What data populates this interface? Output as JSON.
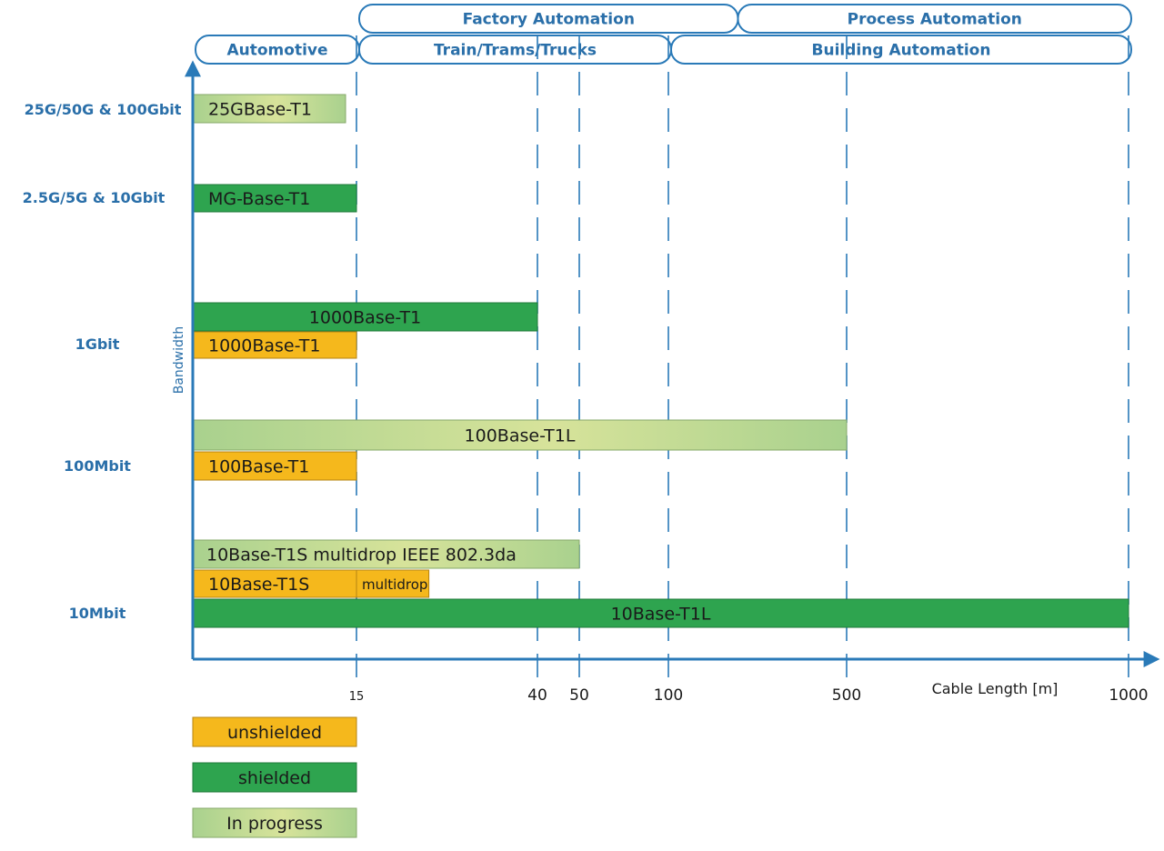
{
  "colors": {
    "unshielded": "#f5b81c",
    "shielded": "#2ea44f",
    "in_progress": "#b5d98a",
    "axis": "#2a7ab8",
    "label_blue": "#2a6fa9"
  },
  "application_bands": [
    {
      "label": "Factory Automation",
      "from": 15,
      "to": 250,
      "row": 1
    },
    {
      "label": "Process Automation",
      "from": 250,
      "to": 1000,
      "row": 1
    },
    {
      "label": "Automotive",
      "from": 0,
      "to": 15,
      "row": 2
    },
    {
      "label": "Train/Trams/Trucks",
      "from": 15,
      "to": 100,
      "row": 2
    },
    {
      "label": "Building Automation",
      "from": 100,
      "to": 1000,
      "row": 2
    }
  ],
  "chart_data": {
    "type": "bar",
    "orientation": "horizontal",
    "title": "",
    "xlabel": "Cable Length [m]",
    "ylabel": "Bandwidth",
    "x_ticks": [
      "15",
      "40",
      "50",
      "100",
      "500",
      "1000"
    ],
    "x_tick_values": [
      15,
      40,
      50,
      100,
      500,
      1000
    ],
    "bandwidth_levels": [
      "25G/50G & 100Gbit",
      "2.5G/5G & 10Gbit",
      "1Gbit",
      "100Mbit",
      "10Mbit"
    ],
    "bars": [
      {
        "label": "25GBase-T1",
        "bandwidth": "25G/50G & 100Gbit",
        "max_length": 14,
        "status": "in_progress"
      },
      {
        "label": "MG-Base-T1",
        "bandwidth": "2.5G/5G & 10Gbit",
        "max_length": 15,
        "status": "shielded"
      },
      {
        "label": "1000Base-T1",
        "bandwidth": "1Gbit",
        "max_length": 40,
        "status": "shielded"
      },
      {
        "label": "1000Base-T1",
        "bandwidth": "1Gbit",
        "max_length": 15,
        "status": "unshielded"
      },
      {
        "label": "100Base-T1L",
        "bandwidth": "100Mbit",
        "max_length": 500,
        "status": "in_progress"
      },
      {
        "label": "100Base-T1",
        "bandwidth": "100Mbit",
        "max_length": 15,
        "status": "unshielded"
      },
      {
        "label": "10Base-T1S multidrop IEEE 802.3da",
        "bandwidth": "10Mbit",
        "max_length": 50,
        "status": "in_progress"
      },
      {
        "label": "10Base-T1S",
        "bandwidth": "10Mbit",
        "max_length": 15,
        "status": "unshielded",
        "extension": {
          "label": "multidrop",
          "max_length": 25
        }
      },
      {
        "label": "10Base-T1L",
        "bandwidth": "10Mbit",
        "max_length": 1000,
        "status": "shielded"
      }
    ],
    "legend": [
      {
        "label": "unshielded",
        "status": "unshielded"
      },
      {
        "label": "shielded",
        "status": "shielded"
      },
      {
        "label": "In progress",
        "status": "in_progress"
      }
    ]
  }
}
